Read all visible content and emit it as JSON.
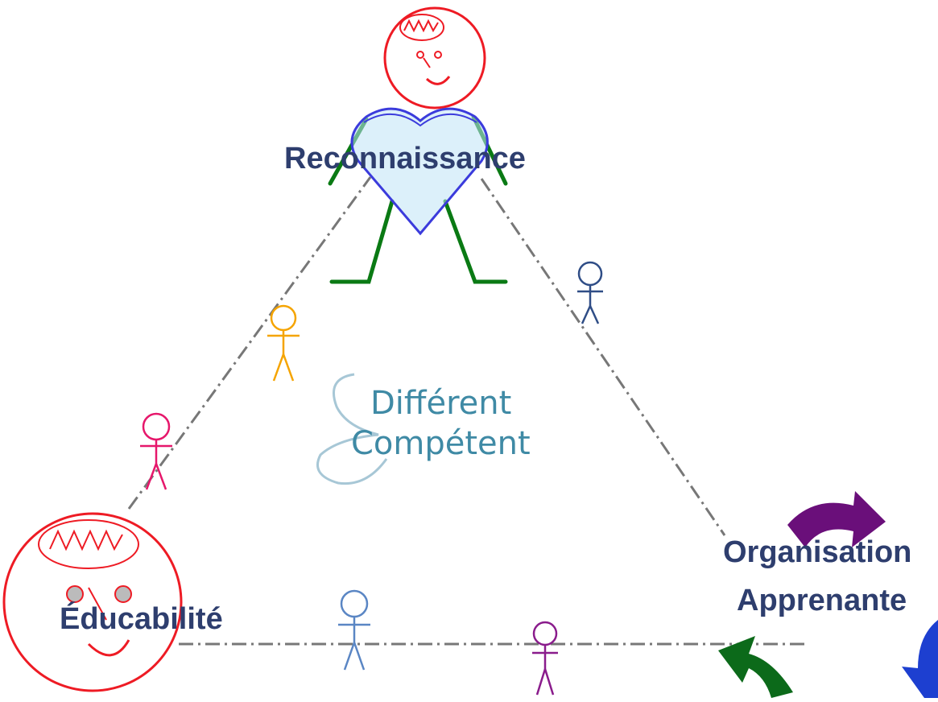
{
  "diagram": {
    "labels": {
      "top": "Reconnaissance",
      "left": "Éducabilité",
      "right_line1": "Organisation",
      "right_line2": "Apprenante"
    },
    "logo": {
      "line1": "Différent",
      "line2": "Compétent"
    },
    "colors": {
      "text": "#2e3e6e",
      "head_red": "#ee1b24",
      "heart_blue": "#3b3bdc",
      "heart_fill": "#bfe3f5",
      "body_green": "#0a7a14",
      "dashed_line": "#888888",
      "arrow_purple": "#6a0f7a",
      "arrow_green": "#0c6a1a",
      "arrow_blue": "#1d3fd0",
      "logo_teal": "#3f8aa5"
    },
    "small_figures": [
      "orange",
      "pink",
      "navy",
      "light-blue",
      "purple"
    ]
  }
}
